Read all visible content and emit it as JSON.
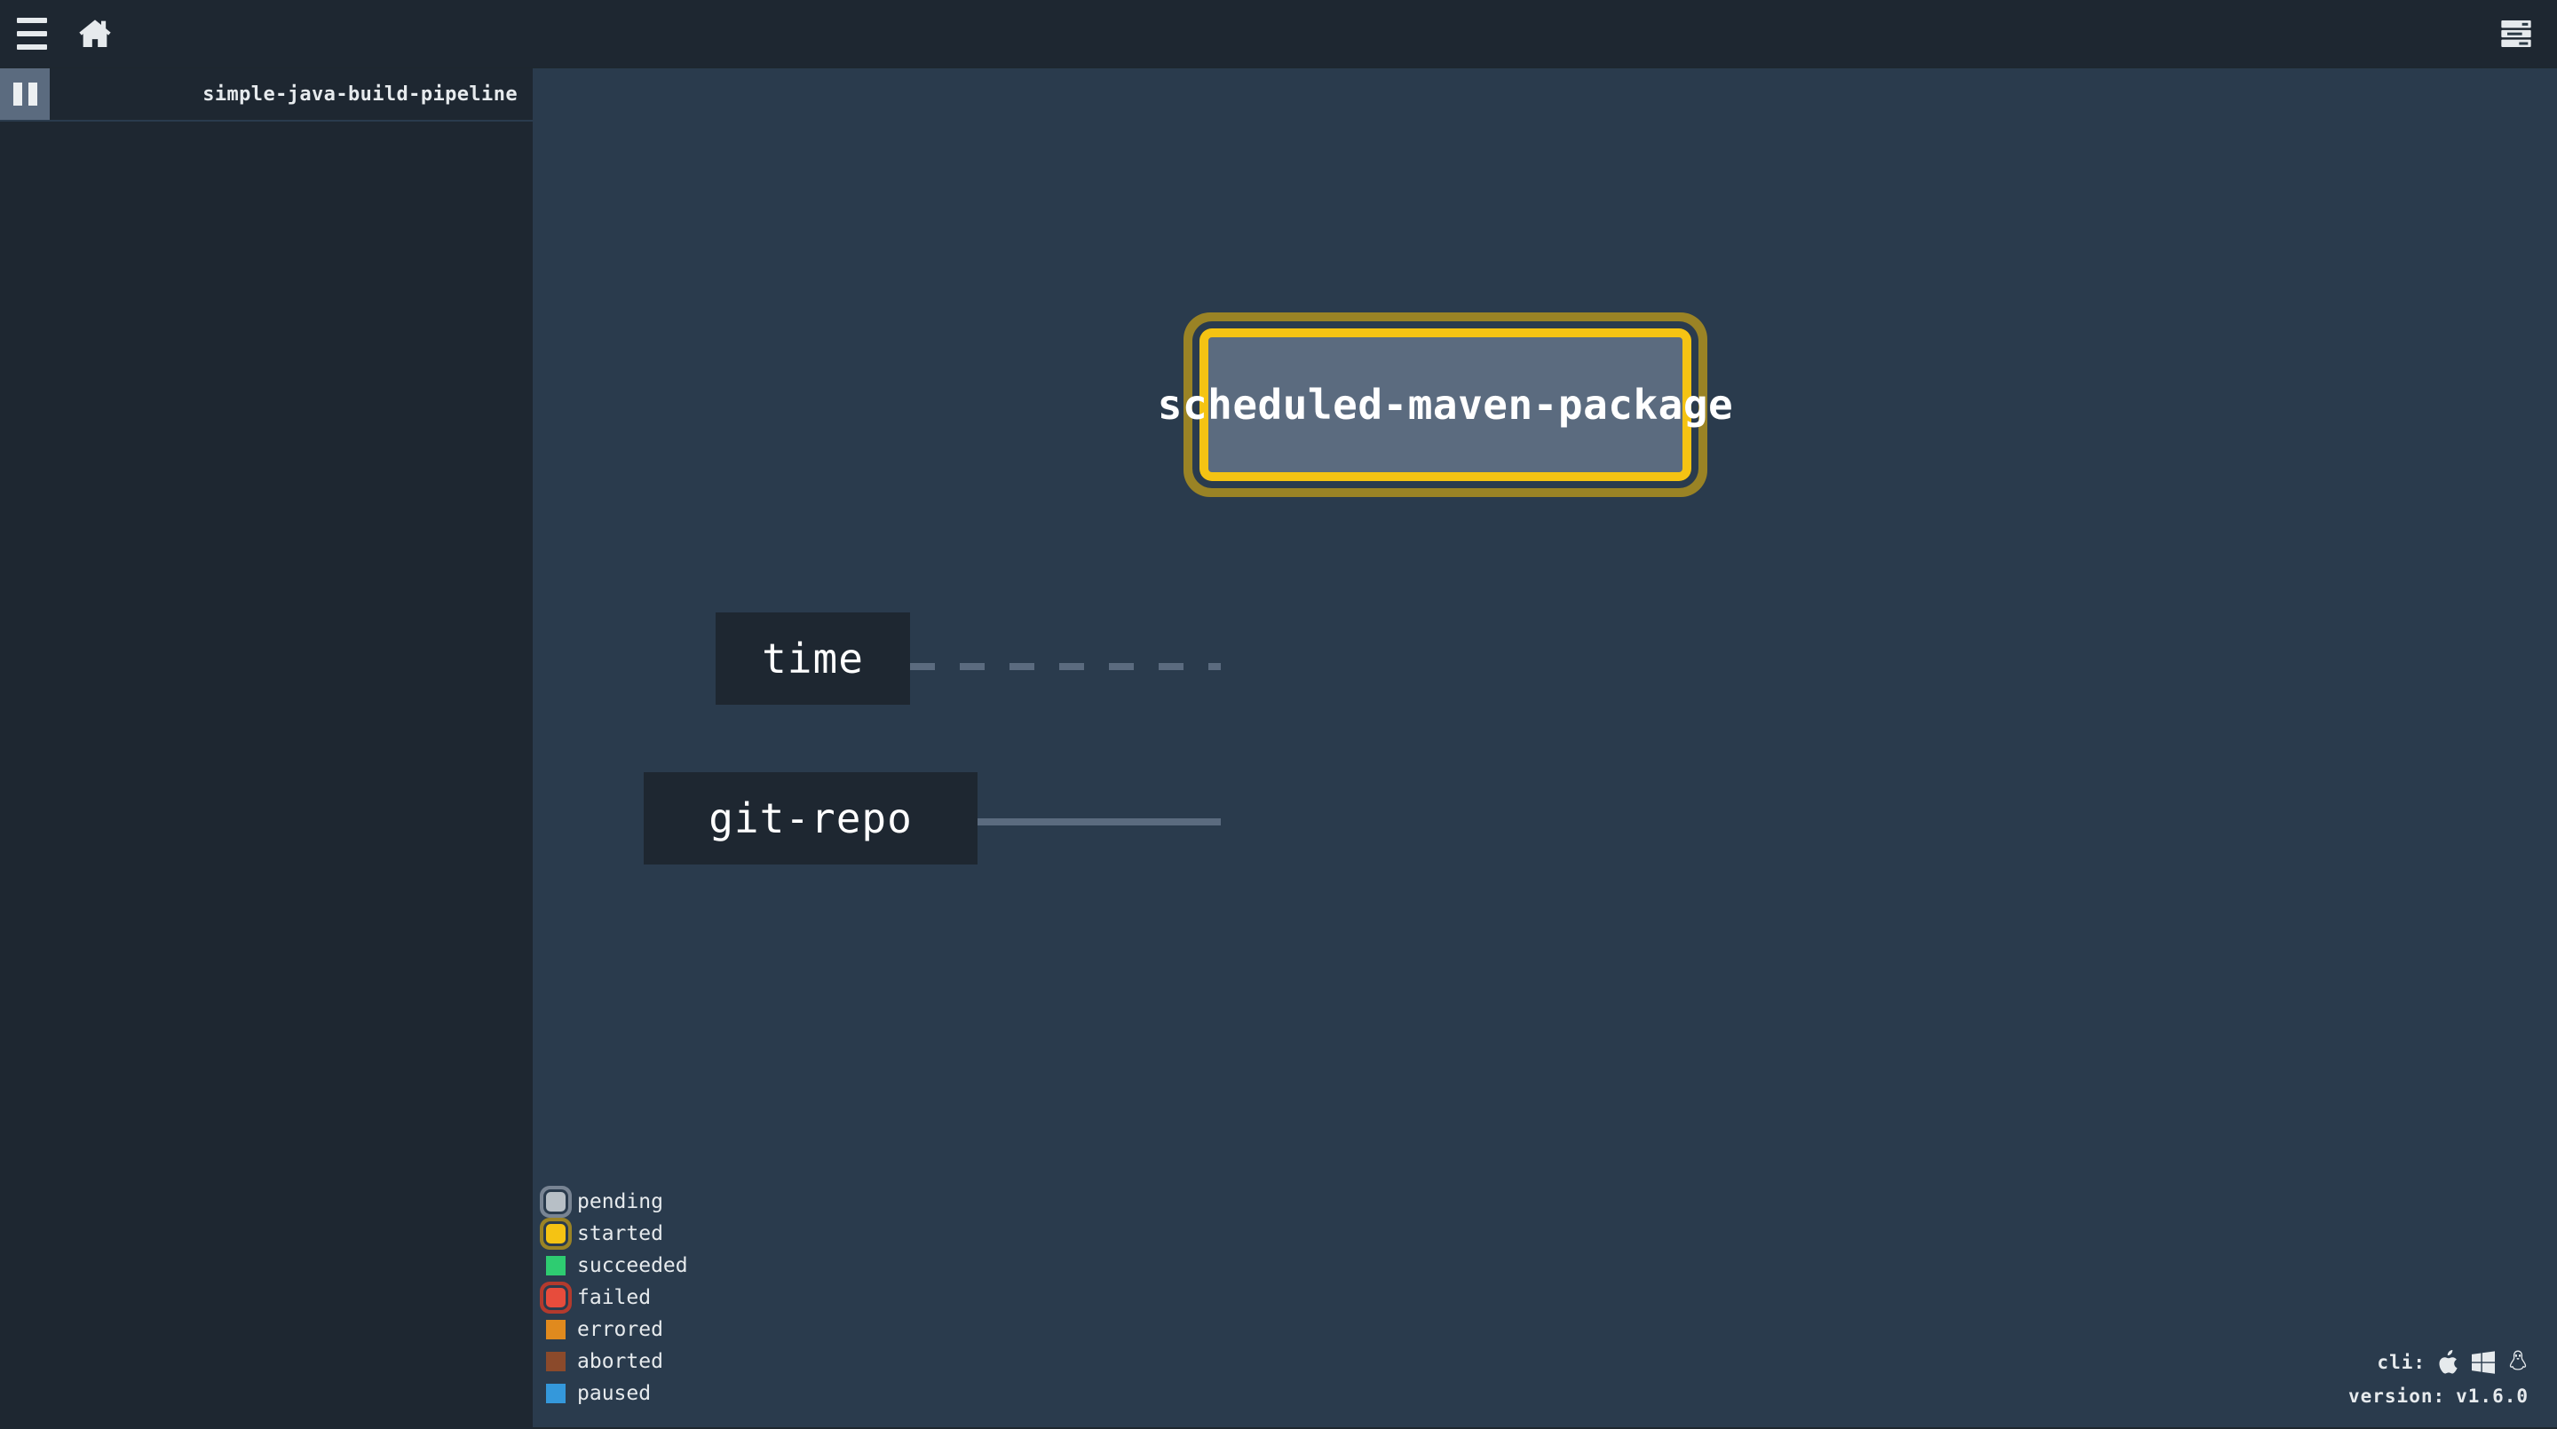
{
  "top_bar": {
    "menu_icon": "hamburger-menu-icon",
    "home_icon": "home-icon",
    "pipelines_icon": "server-rack-icon"
  },
  "pipeline_bar": {
    "pause_icon": "pause-icon",
    "pipeline_name": "simple-java-build-pipeline"
  },
  "pipeline": {
    "resources": [
      {
        "name": "time",
        "edge_style": "dashed"
      },
      {
        "name": "git-repo",
        "edge_style": "solid"
      }
    ],
    "jobs": [
      {
        "name": "scheduled-maven-package",
        "status": "started"
      }
    ]
  },
  "legend": {
    "items": [
      {
        "label": "pending",
        "color": "#b7bfc6",
        "ring": "#788493",
        "ringed": true
      },
      {
        "label": "started",
        "color": "#f5c313",
        "ring": "#9a8325",
        "ringed": true
      },
      {
        "label": "succeeded",
        "color": "#2ecc71",
        "ring": "",
        "ringed": false
      },
      {
        "label": "failed",
        "color": "#e74c3c",
        "ring": "#b33a2d",
        "ringed": true
      },
      {
        "label": "errored",
        "color": "#e08a1e",
        "ring": "",
        "ringed": false
      },
      {
        "label": "aborted",
        "color": "#8b4a2b",
        "ring": "",
        "ringed": false
      },
      {
        "label": "paused",
        "color": "#3498db",
        "ring": "",
        "ringed": false
      }
    ]
  },
  "footer": {
    "cli_label": "cli:",
    "cli_platforms": [
      "apple-icon",
      "windows-icon",
      "linux-tux-icon"
    ],
    "version_label": "version:",
    "version_value": "v1.6.0"
  },
  "theme": {
    "top_bar_bg": "#1e2731",
    "canvas_bg": "#2a3b4d",
    "node_fill": "#5b6b7f",
    "accent_yellow": "#f5c313",
    "accent_olive": "#9a8325",
    "text": "#e6eaed"
  }
}
